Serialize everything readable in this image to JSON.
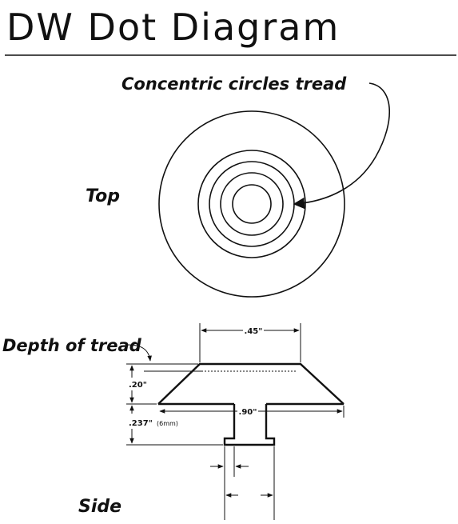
{
  "title": "DW Dot Diagram",
  "labels": {
    "top": "Top",
    "side": "Side",
    "concentric": "Concentric circles tread",
    "depth": "Depth of tread"
  },
  "dimensions": {
    "top_width": ".45\"",
    "bottom_width": ".90\"",
    "upper_height": ".20\"",
    "lower_height": ".237\"",
    "lower_height_mm": "(6mm)"
  }
}
